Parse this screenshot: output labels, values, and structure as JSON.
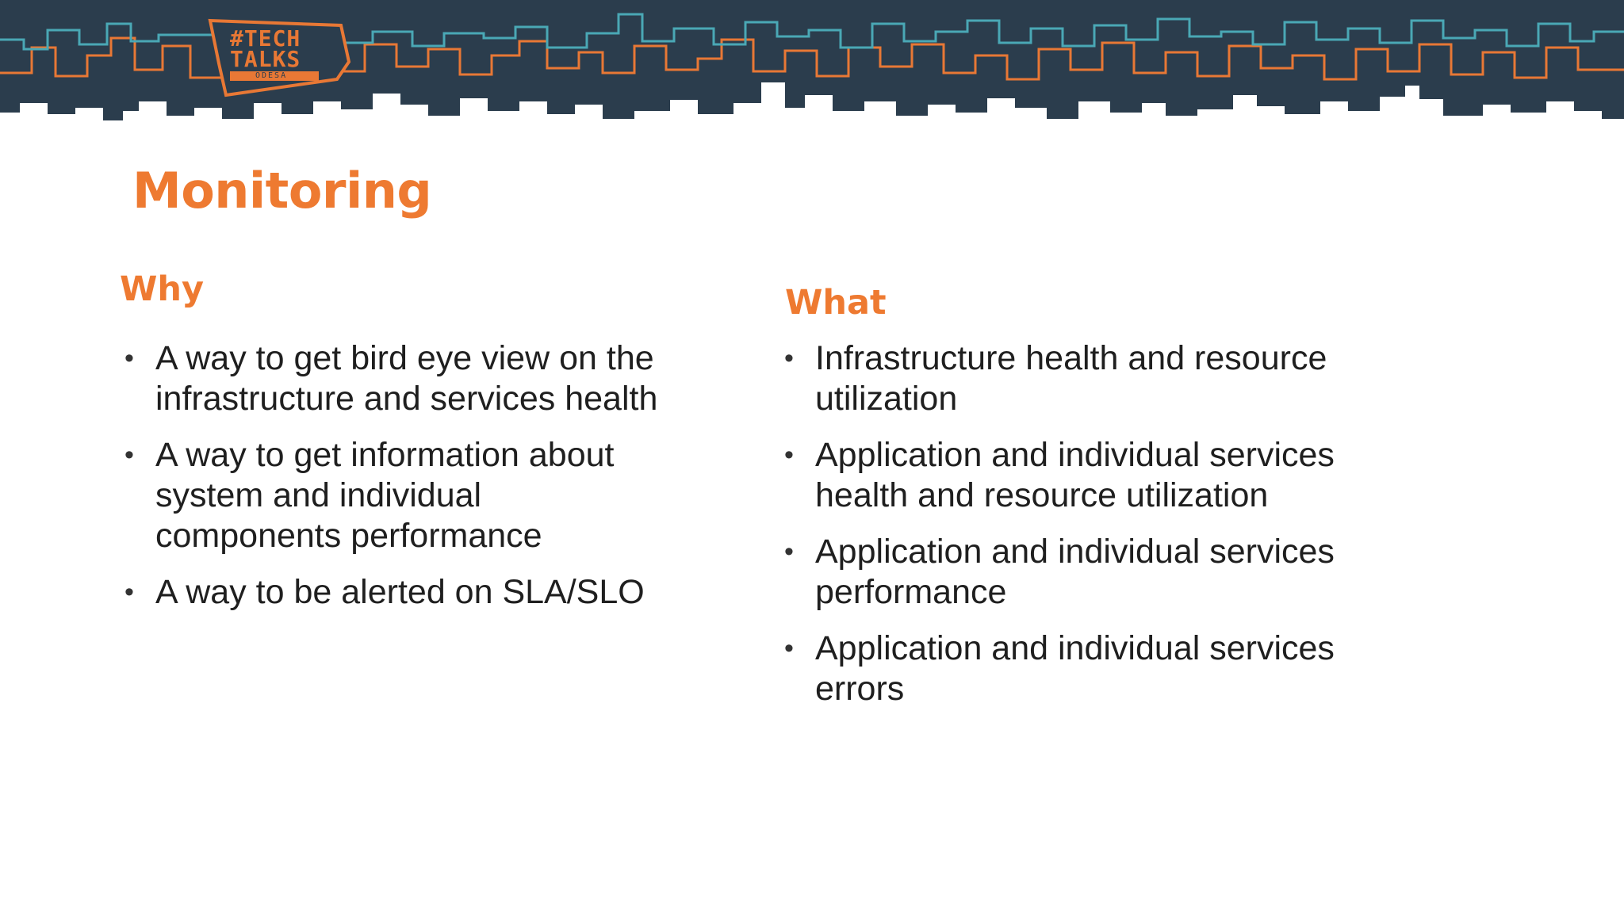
{
  "banner": {
    "logo": {
      "line1": "#TECH",
      "line2": "TALKS",
      "line3": "ODESA"
    },
    "colors": {
      "skyline": "#2b3d4d",
      "orange_line": "#e87835",
      "teal_line": "#4aa8b5"
    }
  },
  "slide": {
    "title": "Monitoring",
    "why": {
      "heading": "Why",
      "items": [
        "A way to get bird eye view on the infrastructure and services health",
        "A way to get information about system and individual components performance",
        "A way to be alerted on SLA/SLO"
      ]
    },
    "what": {
      "heading": "What",
      "items": [
        "Infrastructure health and resource utilization",
        "Application and individual services health and resource utilization",
        "Application and individual services performance",
        "Application and individual services errors"
      ]
    },
    "bullet_glyph": "•",
    "accent_color": "#ee7a31"
  }
}
